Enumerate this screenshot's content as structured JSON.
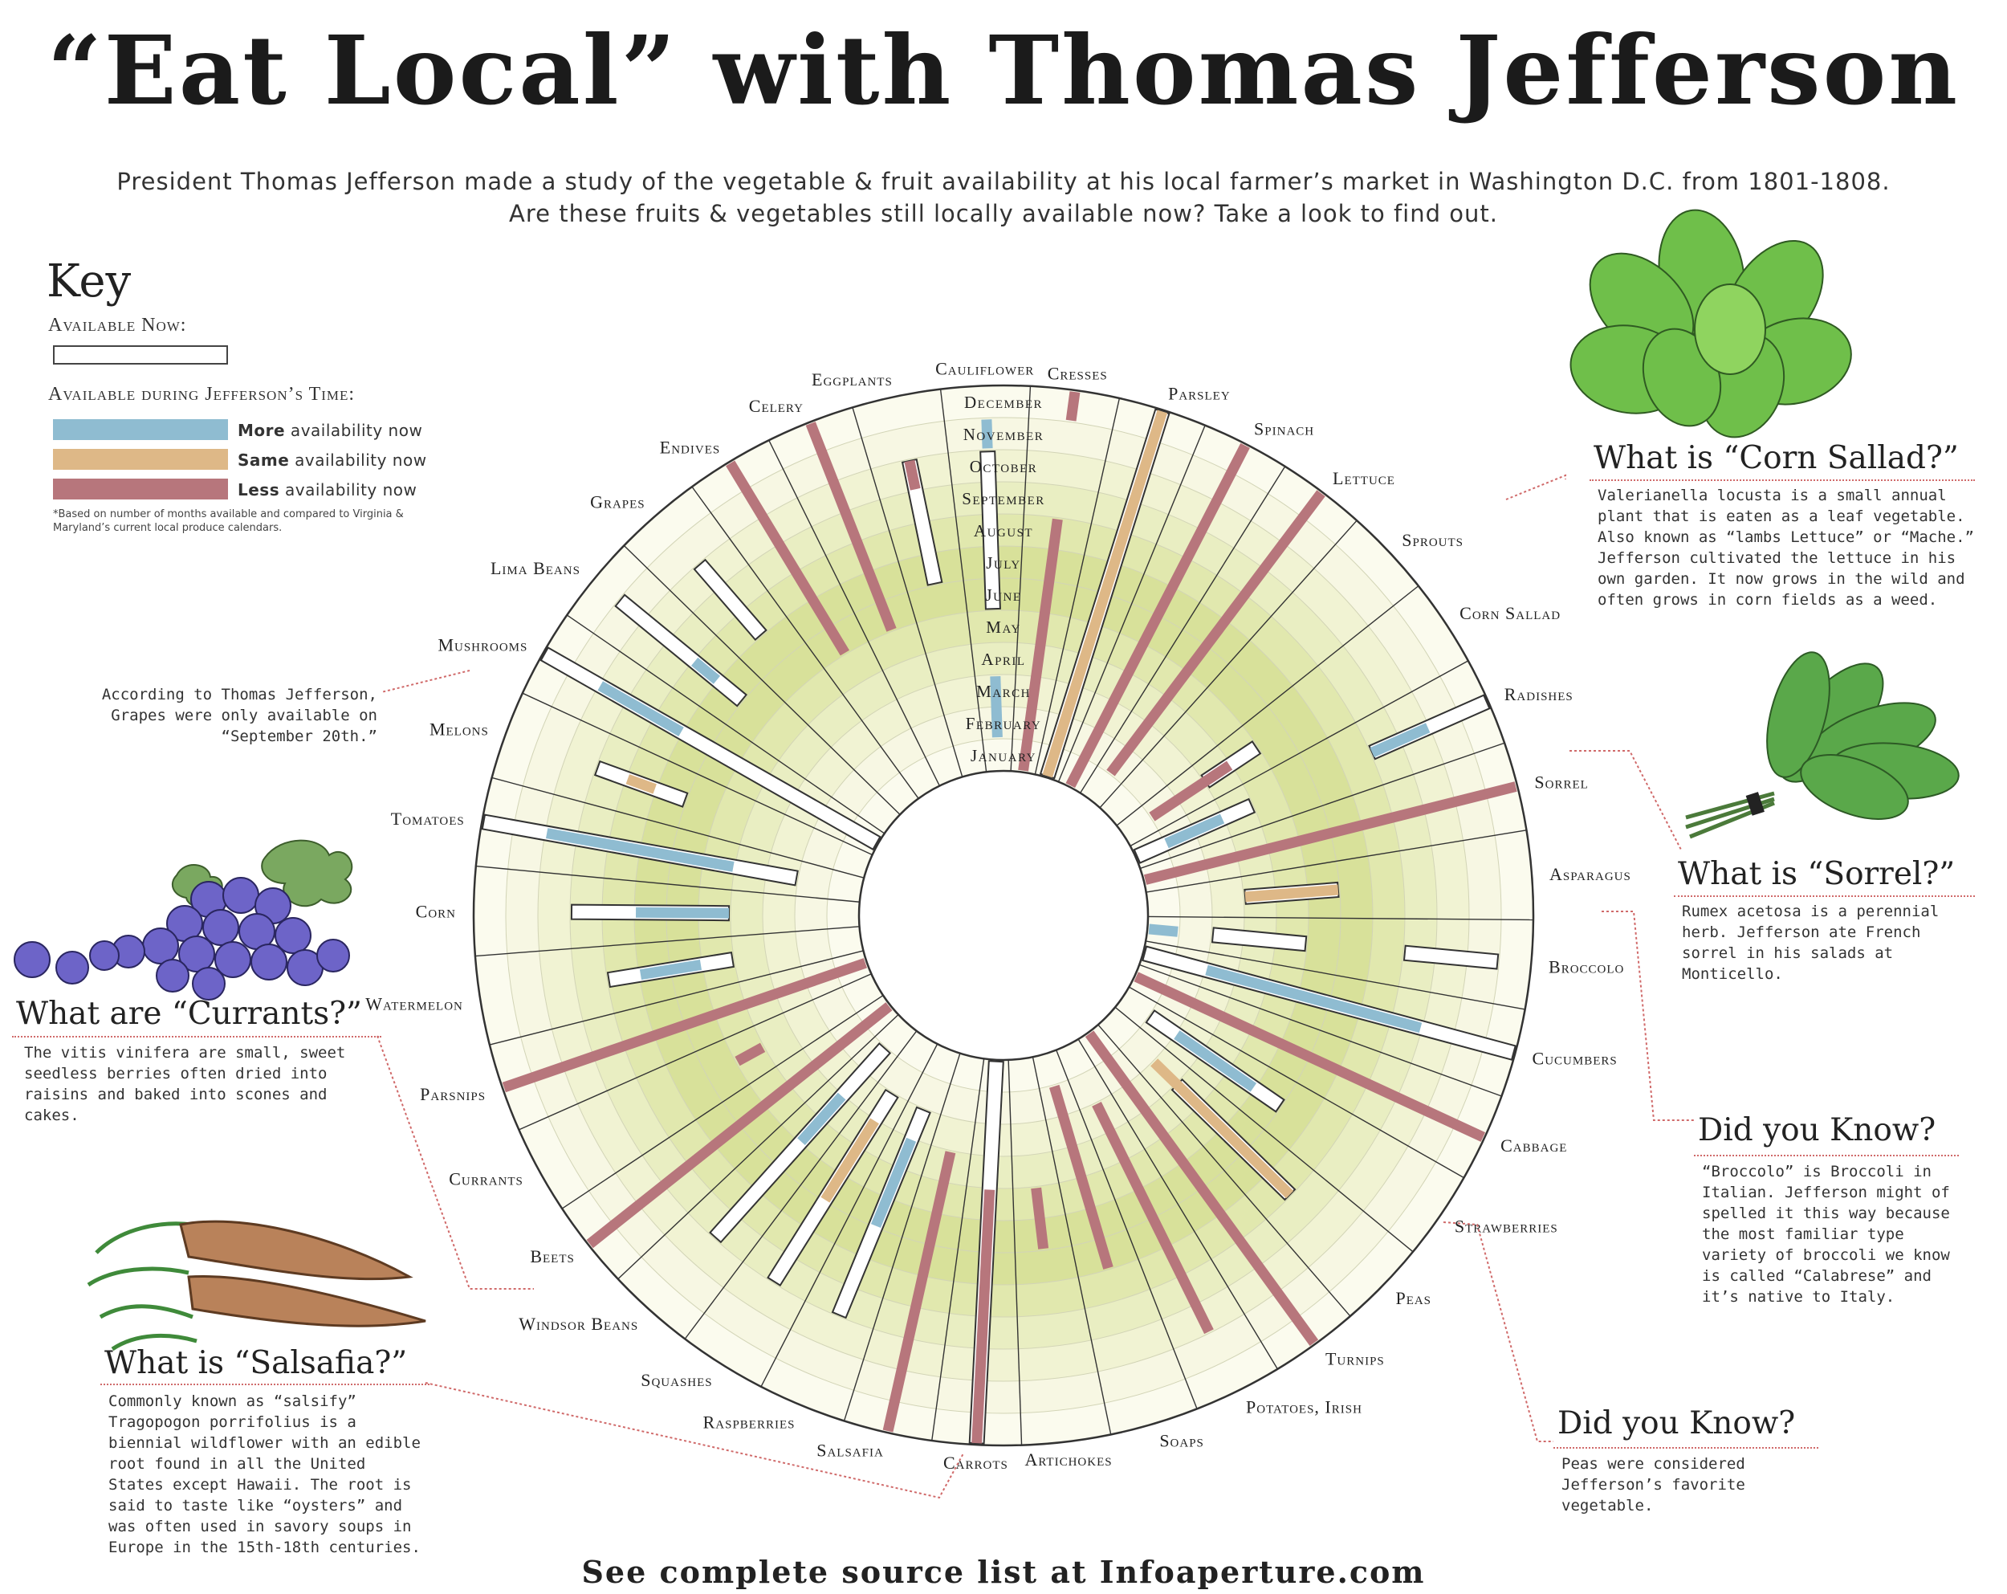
{
  "title": "“Eat Local” with Thomas Jefferson",
  "intro": "President Thomas Jefferson made a study of the vegetable & fruit availability at his local farmer’s market in Washington D.C. from 1801-1808. Are these fruits & vegetables still locally available now?  Take a look to find out.",
  "key": {
    "heading": "Key",
    "available_now": "Available Now:",
    "jefferson_time": "Available during Jefferson’s Time:",
    "items": [
      {
        "bold": "More",
        "text": " availability now",
        "color": "#8fbcd1"
      },
      {
        "bold": "Same",
        "text": " availability now",
        "color": "#deb887"
      },
      {
        "bold": "Less",
        "text": " availability now",
        "color": "#b7767c"
      }
    ],
    "note": "*Based on number of months available and compared to Virginia & Maryland’s current local produce calendars."
  },
  "colors": {
    "more": "#8fbcd1",
    "same": "#deb887",
    "less": "#b7767c",
    "outline": "#333333"
  },
  "notes": {
    "grapes": "According to Thomas Jefferson, Grapes were only available on “September 20th.”",
    "corn_sallad_title": "What is “Corn Sallad?”",
    "corn_sallad_text": "Valerianella locusta is a small annual plant that is eaten as a leaf vegetable. Also known as “lambs Lettuce” or “Mache.” Jefferson cultivated the lettuce in his own garden. It now grows in the wild and often grows in corn fields as a weed.",
    "sorrel_title": "What is “Sorrel?”",
    "sorrel_text": "Rumex acetosa is a perennial herb. Jefferson ate French sorrel in his salads at Monticello.",
    "broccolo_title": "Did you Know?",
    "broccolo_text": "“Broccolo” is Broccoli in Italian. Jefferson might of spelled it this way because the most familiar type variety of broccoli we know is called “Calabrese” and it’s native to Italy.",
    "peas_title": "Did you Know?",
    "peas_text": "Peas were considered Jefferson’s favorite vegetable.",
    "currants_title": "What are “Currants?”",
    "currants_text": "The vitis vinifera are small, sweet seedless berries often dried into raisins and baked into scones and cakes.",
    "salsafia_title": "What is “Salsafia?”",
    "salsafia_text": "Commonly known as “salsify” Tragopogon porrifolius is a biennial wildflower with an edible root found in all the United States except Hawaii. The root is said to taste like “oysters” and was often used in savory soups in Europe in the 15th-18th centuries."
  },
  "illustrations": [
    "corn-sallad-illustration",
    "sorrel-illustration",
    "currants-illustration",
    "salsafia-illustration"
  ],
  "footer": "See complete source list at Infoaperture.com",
  "chart_data": {
    "type": "radial",
    "months": [
      "January",
      "February",
      "March",
      "April",
      "May",
      "June",
      "July",
      "August",
      "September",
      "October",
      "November",
      "December"
    ],
    "items": [
      {
        "name": "Parsley",
        "jefferson": [
          [
            1,
            12
          ]
        ],
        "status": "same",
        "now": [
          [
            1,
            12
          ]
        ]
      },
      {
        "name": "Spinach",
        "jefferson": [
          [
            1,
            12
          ]
        ],
        "status": "less",
        "now": []
      },
      {
        "name": "Lettuce",
        "jefferson": [
          [
            2,
            12
          ]
        ],
        "status": "less",
        "now": []
      },
      {
        "name": "Sprouts",
        "jefferson": [],
        "status": "less",
        "now": []
      },
      {
        "name": "Corn Sallad",
        "jefferson": [
          [
            2,
            4
          ]
        ],
        "status": "less",
        "now": [
          [
            4,
            5
          ]
        ]
      },
      {
        "name": "Radishes",
        "jefferson": [
          [
            2,
            3
          ],
          [
            9,
            10
          ]
        ],
        "status": "more",
        "now": [
          [
            1,
            4
          ],
          [
            9,
            12
          ]
        ]
      },
      {
        "name": "Sorrel",
        "jefferson": [
          [
            1,
            12
          ]
        ],
        "status": "less",
        "now": []
      },
      {
        "name": "Asparagus",
        "jefferson": [
          [
            4,
            6
          ]
        ],
        "status": "same",
        "now": [
          [
            4,
            6
          ]
        ]
      },
      {
        "name": "Broccolo",
        "jefferson": [
          [
            1,
            1
          ]
        ],
        "status": "more",
        "now": [
          [
            3,
            5
          ],
          [
            9,
            11
          ]
        ]
      },
      {
        "name": "Cucumbers",
        "jefferson": [
          [
            3,
            9
          ]
        ],
        "status": "more",
        "now": [
          [
            1,
            12
          ]
        ]
      },
      {
        "name": "Cabbage",
        "jefferson": [
          [
            1,
            12
          ]
        ],
        "status": "less",
        "now": []
      },
      {
        "name": "Strawberries",
        "jefferson": [
          [
            3,
            5
          ]
        ],
        "status": "more",
        "now": [
          [
            2,
            6
          ]
        ]
      },
      {
        "name": "Peas",
        "jefferson": [
          [
            3,
            8
          ]
        ],
        "status": "same",
        "now": [
          [
            4,
            8
          ]
        ]
      },
      {
        "name": "Turnips",
        "jefferson": [
          [
            1,
            12
          ]
        ],
        "status": "less",
        "now": []
      },
      {
        "name": "Potatoes, Irish",
        "jefferson": [
          [
            3,
            10
          ]
        ],
        "status": "less",
        "now": []
      },
      {
        "name": "Soaps",
        "jefferson": [
          [
            2,
            7
          ]
        ],
        "status": "less",
        "now": []
      },
      {
        "name": "Artichokes",
        "jefferson": [
          [
            5,
            6
          ]
        ],
        "status": "less",
        "now": []
      },
      {
        "name": "Carrots",
        "jefferson": [
          [
            5,
            12
          ]
        ],
        "status": "less",
        "now": [
          [
            1,
            12
          ]
        ]
      },
      {
        "name": "Salsafia",
        "jefferson": [
          [
            4,
            12
          ]
        ],
        "status": "less",
        "now": []
      },
      {
        "name": "Raspberries",
        "jefferson": [
          [
            4,
            6
          ]
        ],
        "status": "more",
        "now": [
          [
            3,
            9
          ]
        ]
      },
      {
        "name": "Squashes",
        "jefferson": [
          [
            4,
            6
          ]
        ],
        "status": "same",
        "now": [
          [
            3,
            9
          ]
        ]
      },
      {
        "name": "Windsor Beans",
        "jefferson": [
          [
            4,
            5
          ]
        ],
        "status": "more",
        "now": [
          [
            2,
            9
          ]
        ]
      },
      {
        "name": "Beets",
        "jefferson": [
          [
            1,
            12
          ]
        ],
        "status": "less",
        "now": []
      },
      {
        "name": "Currants",
        "jefferson": [
          [
            5,
            5
          ]
        ],
        "status": "less",
        "now": []
      },
      {
        "name": "Parsnips",
        "jefferson": [
          [
            1,
            12
          ]
        ],
        "status": "less",
        "now": []
      },
      {
        "name": "Watermelon",
        "jefferson": [
          [
            6,
            7
          ]
        ],
        "status": "more",
        "now": [
          [
            5,
            8
          ]
        ]
      },
      {
        "name": "Corn",
        "jefferson": [
          [
            5,
            7
          ]
        ],
        "status": "more",
        "now": [
          [
            5,
            9
          ]
        ]
      },
      {
        "name": "Tomatoes",
        "jefferson": [
          [
            5,
            10
          ]
        ],
        "status": "more",
        "now": [
          [
            3,
            12
          ]
        ]
      },
      {
        "name": "Melons",
        "jefferson": [
          [
            8,
            8
          ]
        ],
        "status": "same",
        "now": [
          [
            7,
            9
          ]
        ]
      },
      {
        "name": "Mushrooms",
        "jefferson": [
          [
            8,
            10
          ]
        ],
        "status": "more",
        "now": [
          [
            1,
            12
          ]
        ]
      },
      {
        "name": "Lima Beans",
        "jefferson": [
          [
            8,
            8
          ]
        ],
        "status": "more",
        "now": [
          [
            7,
            11
          ]
        ]
      },
      {
        "name": "Grapes",
        "jefferson": [],
        "status": "less",
        "now": [
          [
            8,
            10
          ]
        ]
      },
      {
        "name": "Endives",
        "jefferson": [
          [
            6,
            12
          ]
        ],
        "status": "less",
        "now": []
      },
      {
        "name": "Celery",
        "jefferson": [
          [
            6,
            12
          ]
        ],
        "status": "less",
        "now": []
      },
      {
        "name": "Eggplants",
        "jefferson": [
          [
            10,
            10
          ]
        ],
        "status": "less",
        "now": [
          [
            7,
            10
          ]
        ]
      },
      {
        "name": "Cauliflower",
        "jefferson": [
          [
            2,
            3
          ],
          [
            11,
            11
          ]
        ],
        "status": "more",
        "now": [
          [
            6,
            10
          ]
        ]
      },
      {
        "name": "Cresses",
        "jefferson": [
          [
            1,
            8
          ],
          [
            12,
            12
          ]
        ],
        "status": "less",
        "now": []
      }
    ]
  }
}
